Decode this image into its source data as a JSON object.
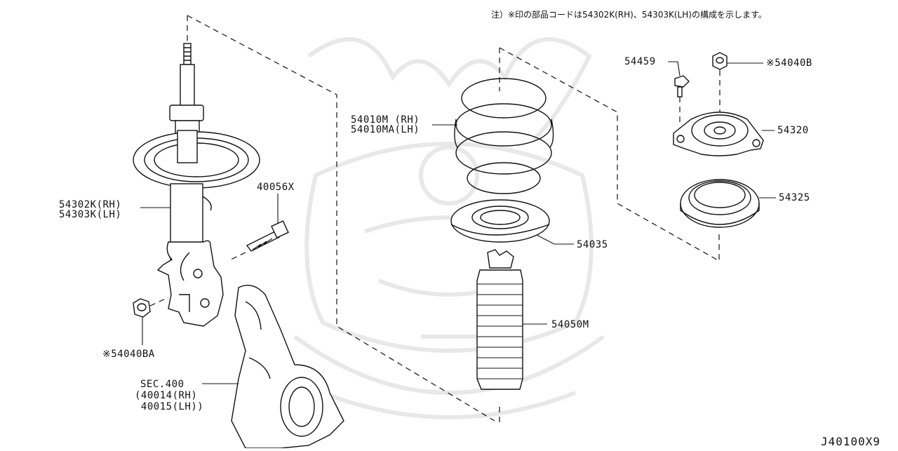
{
  "note": "注）※印の部品コードは54302K(RH)、54303K(LH)の構成を示します。",
  "labels": {
    "strut_rh": "54302K(RH)",
    "strut_lh": "54303K(LH)",
    "bolt": "40056X",
    "nut_lower": "※54040BA",
    "sec": "SEC.400",
    "knuckle_rh": "(40014(RH)",
    "knuckle_lh": " 40015(LH))",
    "spring_rh": "54010M (RH)",
    "spring_lh": "54010MA(LH)",
    "seat": "54035",
    "bound_bumper": "54050M",
    "bolt_top": "54459",
    "nut_top": "※54040B",
    "mount": "54320",
    "bearing": "54325"
  },
  "diagram_code": "J40100X9"
}
